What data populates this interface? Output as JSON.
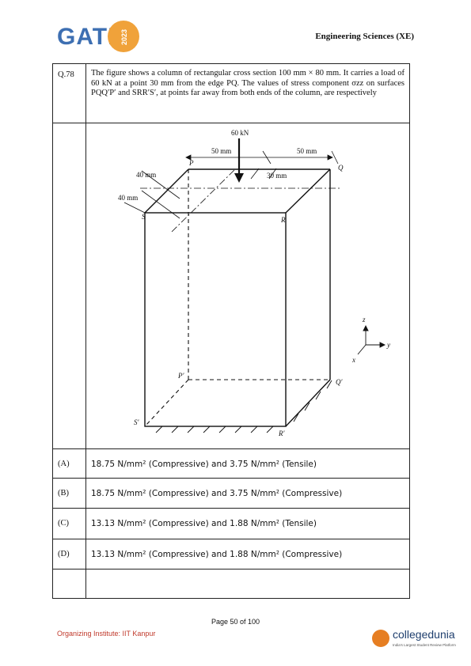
{
  "header": {
    "logo_text": "GATE",
    "logo_year": "2023",
    "paper_title": "Engineering Sciences (XE)"
  },
  "question": {
    "number": "Q.78",
    "text": "The figure shows a column of rectangular cross section 100 mm × 80 mm. It carries a load of 60 kN at a point 30 mm from the edge PQ. The values of stress component σzz on surfaces PQQ′P′ and SRR′S′, at points far away from both ends of the column, are respectively"
  },
  "figure": {
    "load": "60 kN",
    "dim_50_left": "50 mm",
    "dim_50_right": "50 mm",
    "dim_30": "30 mm",
    "dim_40_top": "40 mm",
    "dim_40_left": "40 mm",
    "pt_P": "P",
    "pt_Q": "Q",
    "pt_R": "R",
    "pt_S": "S",
    "pt_P2": "P′",
    "pt_Q2": "Q′",
    "pt_R2": "R′",
    "pt_S2": "S′",
    "axis_z": "z",
    "axis_y": "y",
    "axis_x": "x"
  },
  "options": [
    {
      "label": "(A)",
      "text": "18.75 N/mm² (Compressive) and 3.75 N/mm² (Tensile)"
    },
    {
      "label": "(B)",
      "text": "18.75 N/mm² (Compressive) and 3.75 N/mm² (Compressive)"
    },
    {
      "label": "(C)",
      "text": "13.13 N/mm² (Compressive) and 1.88 N/mm² (Tensile)"
    },
    {
      "label": "(D)",
      "text": "13.13 N/mm² (Compressive) and 1.88 N/mm² (Compressive)"
    }
  ],
  "footer": {
    "page": "Page 50 of 100",
    "organizer": "Organizing Institute: IIT Kanpur",
    "brand": "collegedunia",
    "brand_tagline": "India's Largest Student Review Platform"
  }
}
